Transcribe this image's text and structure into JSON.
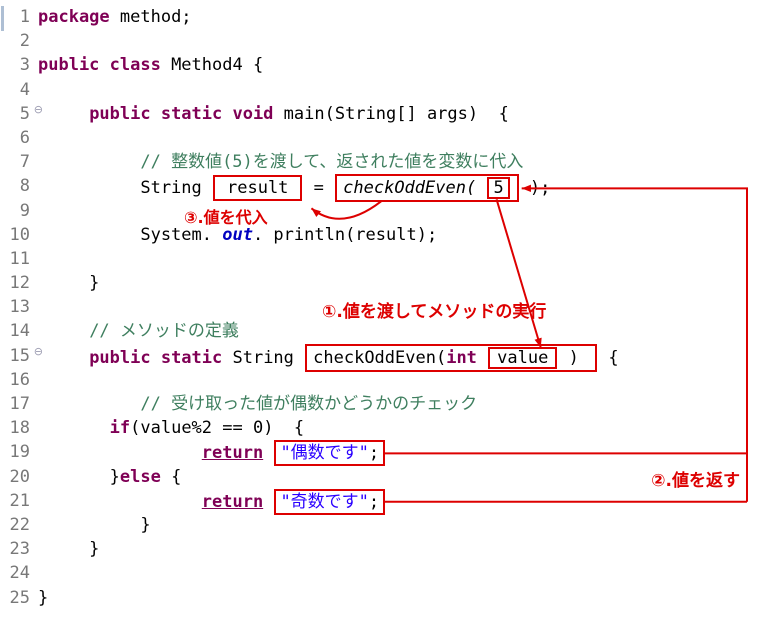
{
  "colors": {
    "kw": "#7F0055",
    "cm": "#3F7F5F",
    "str": "#2A00FF",
    "sf": "#0000C0",
    "pl": "#000000",
    "num": "#787878",
    "ann": "#DD0000"
  },
  "annotations": {
    "step1": "①.値を渡してメソッドの実行",
    "step2": "②.値を返す",
    "step3": "③.値を代入"
  },
  "editor": {
    "fold_glyph": "⊖",
    "lines": [
      {
        "no": "1",
        "segs": [
          {
            "t": "package",
            "c": "kw"
          },
          {
            "t": " method;",
            "c": "pl"
          }
        ]
      },
      {
        "no": "2",
        "segs": []
      },
      {
        "no": "3",
        "segs": [
          {
            "t": "public class",
            "c": "kw"
          },
          {
            "t": " Method4 {",
            "c": "pl"
          }
        ]
      },
      {
        "no": "4",
        "segs": []
      },
      {
        "no": "5",
        "fold": true,
        "segs": [
          {
            "t": "     ",
            "c": "pl"
          },
          {
            "t": "public static void",
            "c": "kw"
          },
          {
            "t": " main(String[] args)  {",
            "c": "pl"
          }
        ]
      },
      {
        "no": "6",
        "segs": []
      },
      {
        "no": "7",
        "segs": [
          {
            "t": "          ",
            "c": "pl"
          },
          {
            "t": "// 整数値(5)を渡して、返された値を変数に代入",
            "c": "cm"
          }
        ]
      },
      {
        "no": "8",
        "segs": [
          {
            "t": "          String ",
            "c": "pl"
          },
          {
            "box": "result-box",
            "segs": [
              {
                "t": "result",
                "c": "pl"
              }
            ]
          },
          {
            "t": " = ",
            "c": "pl"
          },
          {
            "box": "call-box",
            "segs": [
              {
                "t": "checkOddEven( ",
                "c": "it"
              },
              {
                "box": "arg-box",
                "segs": [
                  {
                    "t": "5",
                    "c": "pl"
                  }
                ]
              }
            ]
          },
          {
            "t": " );",
            "c": "pl"
          }
        ]
      },
      {
        "no": "9",
        "segs": []
      },
      {
        "no": "10",
        "segs": [
          {
            "t": "          System. ",
            "c": "pl"
          },
          {
            "t": "out",
            "c": "sf"
          },
          {
            "t": ". println(result);",
            "c": "pl"
          }
        ]
      },
      {
        "no": "11",
        "segs": []
      },
      {
        "no": "12",
        "segs": [
          {
            "t": "     }",
            "c": "pl"
          }
        ]
      },
      {
        "no": "13",
        "segs": []
      },
      {
        "no": "14",
        "segs": [
          {
            "t": "     ",
            "c": "pl"
          },
          {
            "t": "// メソッドの定義",
            "c": "cm"
          }
        ]
      },
      {
        "no": "15",
        "fold": true,
        "segs": [
          {
            "t": "     ",
            "c": "pl"
          },
          {
            "t": "public static",
            "c": "kw"
          },
          {
            "t": " String ",
            "c": "pl"
          },
          {
            "box": "def-box",
            "segs": [
              {
                "t": "checkOddEven(",
                "c": "pl"
              },
              {
                "t": "int",
                "c": "kw"
              },
              {
                "t": " ",
                "c": "pl"
              },
              {
                "box": "param-box",
                "segs": [
                  {
                    "t": "value",
                    "c": "pl"
                  }
                ]
              },
              {
                "t": " ) ",
                "c": "pl"
              }
            ]
          },
          {
            "t": " {",
            "c": "pl"
          }
        ]
      },
      {
        "no": "16",
        "segs": []
      },
      {
        "no": "17",
        "segs": [
          {
            "t": "          ",
            "c": "pl"
          },
          {
            "t": "// 受け取った値が偶数かどうかのチェック",
            "c": "cm"
          }
        ]
      },
      {
        "no": "18",
        "segs": [
          {
            "t": "       ",
            "c": "pl"
          },
          {
            "t": "if",
            "c": "kw"
          },
          {
            "t": "(value%2 == 0)  {",
            "c": "pl"
          }
        ]
      },
      {
        "no": "19",
        "segs": [
          {
            "t": "                ",
            "c": "pl"
          },
          {
            "t": "return",
            "c": "kwu"
          },
          {
            "t": " ",
            "c": "pl"
          },
          {
            "box": "even-box",
            "segs": [
              {
                "t": "\"偶数です\"",
                "c": "str"
              },
              {
                "t": ";",
                "c": "pl"
              }
            ]
          }
        ]
      },
      {
        "no": "20",
        "segs": [
          {
            "t": "       }",
            "c": "pl"
          },
          {
            "t": "else",
            "c": "kw"
          },
          {
            "t": " {",
            "c": "pl"
          }
        ]
      },
      {
        "no": "21",
        "segs": [
          {
            "t": "                ",
            "c": "pl"
          },
          {
            "t": "return",
            "c": "kwu"
          },
          {
            "t": " ",
            "c": "pl"
          },
          {
            "box": "odd-box",
            "segs": [
              {
                "t": "\"奇数です\"",
                "c": "str"
              },
              {
                "t": ";",
                "c": "pl"
              }
            ]
          }
        ]
      },
      {
        "no": "22",
        "segs": [
          {
            "t": "          }",
            "c": "pl"
          }
        ]
      },
      {
        "no": "23",
        "segs": [
          {
            "t": "     }",
            "c": "pl"
          }
        ]
      },
      {
        "no": "24",
        "segs": []
      },
      {
        "no": "25",
        "segs": [
          {
            "t": "}",
            "c": "pl"
          }
        ]
      }
    ]
  }
}
